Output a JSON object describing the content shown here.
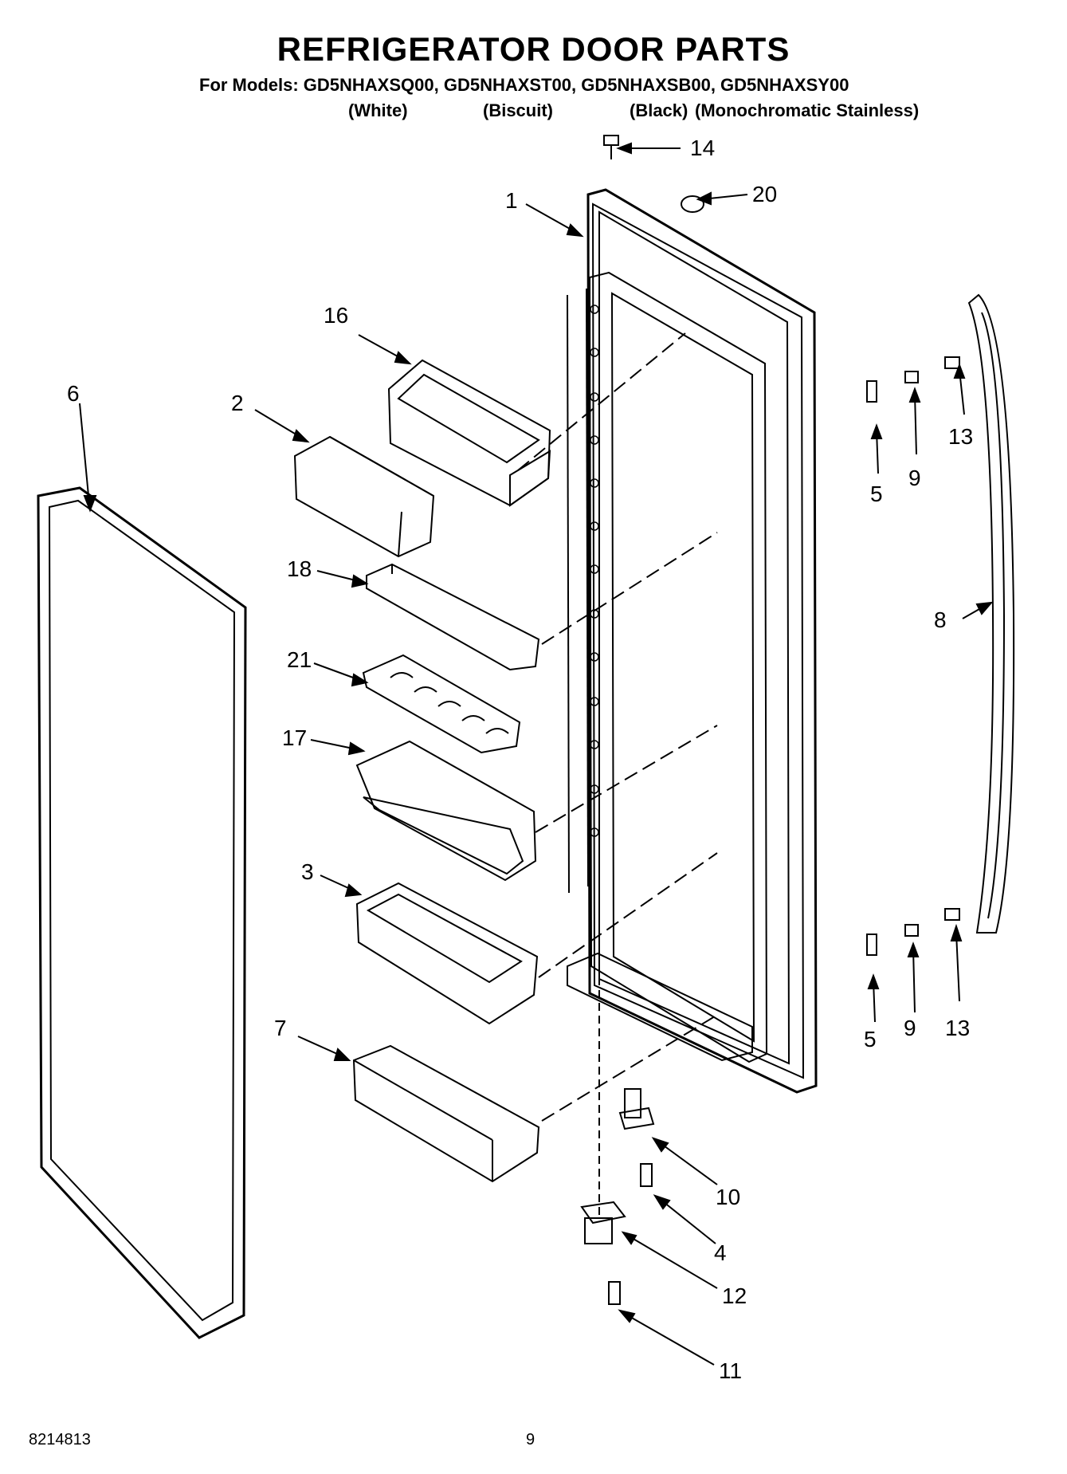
{
  "header": {
    "title": "REFRIGERATOR DOOR PARTS",
    "models_line": "For Models: GD5NHAXSQ00, GD5NHAXST00, GD5NHAXSB00, GD5NHAXSY00",
    "colors": [
      "(White)",
      "(Biscuit)",
      "(Black)",
      "(Monochromatic Stainless)"
    ]
  },
  "callouts": [
    "14",
    "20",
    "1",
    "16",
    "6",
    "2",
    "5",
    "9",
    "13",
    "18",
    "8",
    "21",
    "17",
    "3",
    "5",
    "9",
    "13",
    "7",
    "10",
    "4",
    "12",
    "11"
  ],
  "footer": {
    "doc_number": "8214813",
    "page_number": "9"
  }
}
